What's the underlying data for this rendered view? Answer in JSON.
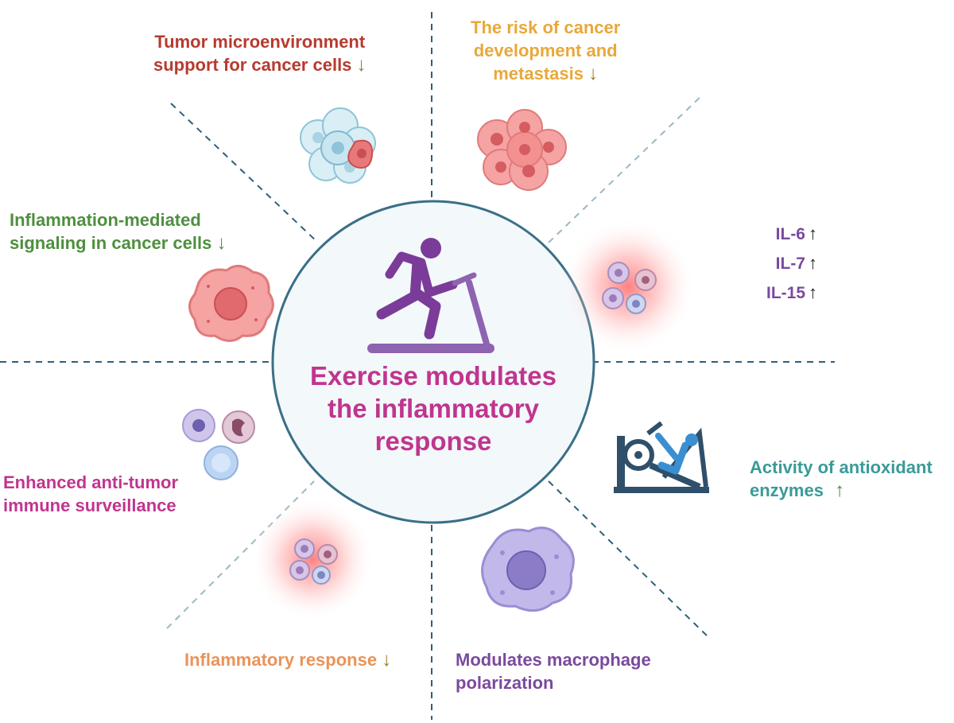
{
  "center": {
    "title_lines": [
      "Exercise modulates",
      "the inflammatory",
      "response"
    ]
  },
  "labels": {
    "tumor_microenvironment": {
      "lines": [
        "Tumor microenvironment",
        "support for cancer cells"
      ],
      "arrow": "↓",
      "color": "#b83a2e"
    },
    "risk_cancer": {
      "lines": [
        "The risk of cancer",
        "development and",
        "metastasis"
      ],
      "arrow": "↓",
      "color": "#e8a83a"
    },
    "inflammation_signaling": {
      "lines": [
        "Inflammation-mediated",
        "signaling in cancer cells"
      ],
      "arrow": "↓",
      "color": "#4e8f3f"
    },
    "immune_surveillance": {
      "lines": [
        "Enhanced anti-tumor",
        "immune surveillance"
      ],
      "color": "#c0358e"
    },
    "inflammatory_response": {
      "lines": [
        "Inflammatory response"
      ],
      "arrow": "↓",
      "color": "#e8945a"
    },
    "macrophage": {
      "lines": [
        "Modulates macrophage",
        "polarization"
      ],
      "color": "#7a4a9e"
    },
    "antioxidant": {
      "lines": [
        "Activity of antioxidant",
        "enzymes"
      ],
      "arrow": "↑",
      "color": "#3a9a9a"
    }
  },
  "interleukins": [
    {
      "name": "IL-6",
      "arrow": "↑"
    },
    {
      "name": "IL-7",
      "arrow": "↑"
    },
    {
      "name": "IL-15",
      "arrow": "↑"
    }
  ],
  "arrow_colors": {
    "down": "#9a7a2a",
    "up_green": "#4e8f3f",
    "up_dark": "#222222"
  },
  "icons": [
    "treadmill-runner-icon",
    "leg-press-machine-icon",
    "tumor-cell-cluster-icon",
    "cancer-cell-cluster-icon",
    "inflamed-immune-cells-icon",
    "cancer-cell-icon",
    "immune-cells-icon",
    "macrophage-icon"
  ]
}
